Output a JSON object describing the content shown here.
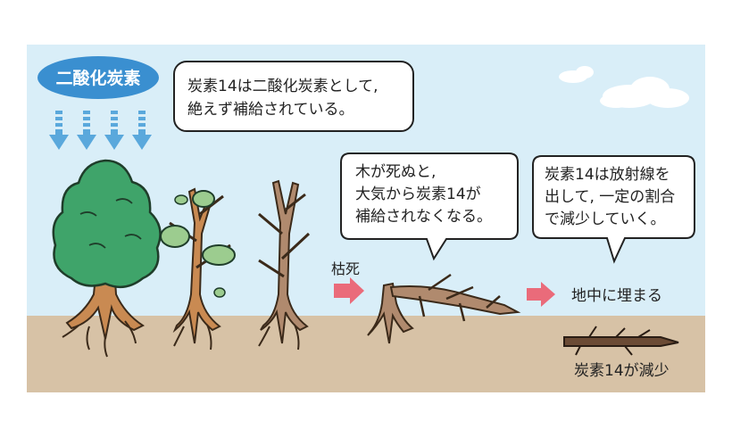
{
  "co2_label": "二酸化炭素",
  "bubbles": {
    "supply": [
      "炭素14は二酸化炭素として,",
      "絶えず補給されている。"
    ],
    "death": [
      "木が死ぬと,",
      "大気から炭素14が",
      "補給されなくなる。"
    ],
    "decay": [
      "炭素14は放射線を",
      "出して, 一定の割合",
      "で減少していく。"
    ]
  },
  "labels": {
    "withered": "枯死",
    "buried": "地中に埋まる",
    "decrease": "炭素14が減少"
  },
  "colors": {
    "sky": "#d9eef8",
    "ground": "#d7c2a6",
    "co2_badge": "#3a8fd0",
    "co2_arrow": "#5aa8dc",
    "arrow": "#ea6b7a",
    "tree_green": "#3fa46a",
    "trunk": "#c98a52",
    "dead_trunk": "#b08a6e",
    "leaf_light": "#9ccc8f"
  }
}
